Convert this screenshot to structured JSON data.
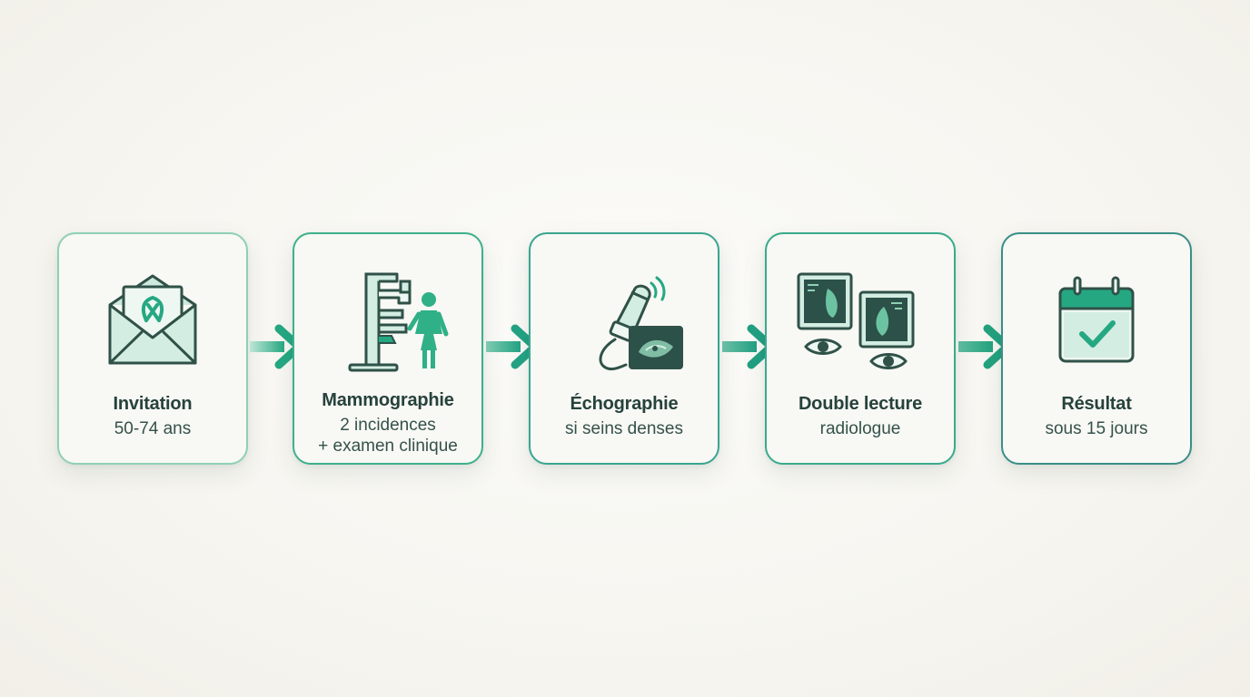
{
  "steps": [
    {
      "title": "Invitation",
      "line1": "50-74 ans",
      "line2": ""
    },
    {
      "title": "Mammographie",
      "line1": "2 incidences",
      "line2": "+ examen clinique"
    },
    {
      "title": "Échographie",
      "line1": "si seins denses",
      "line2": ""
    },
    {
      "title": "Double lecture",
      "line1": "radiologue",
      "line2": ""
    },
    {
      "title": "Résultat",
      "line1": "sous 15 jours",
      "line2": ""
    }
  ],
  "icons": [
    "envelope-ribbon-icon",
    "mammography-machine-icon",
    "ultrasound-probe-icon",
    "double-reading-icon",
    "calendar-check-icon"
  ],
  "colors": {
    "accent": "#25a882",
    "accent_dark": "#2a8a78",
    "icon_stroke": "#2f5148",
    "icon_fill": "#d4ede3",
    "screen_dark": "#2c5149",
    "text": "#26423b"
  }
}
